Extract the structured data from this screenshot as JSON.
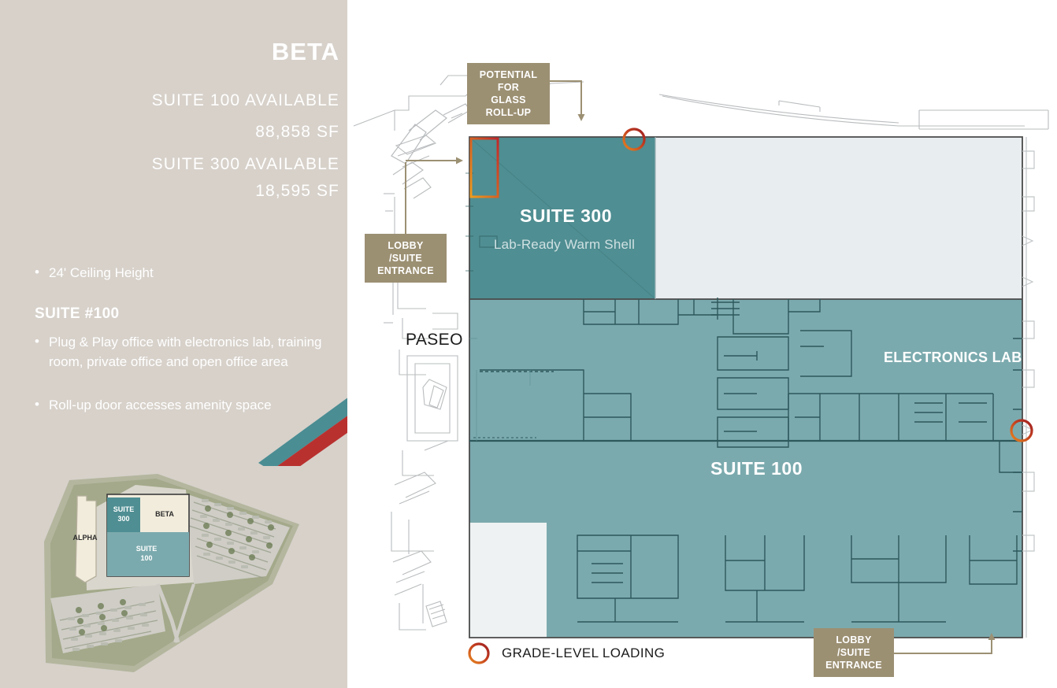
{
  "sidebar": {
    "building_title": "BETA",
    "availability": [
      {
        "label": "SUITE 100 AVAILABLE",
        "sf": "88,858 SF"
      },
      {
        "label": "SUITE 300 AVAILABLE",
        "sf": "18,595 SF"
      }
    ],
    "general_bullets": [
      "24' Ceiling Height"
    ],
    "suite_heading": "SUITE #100",
    "suite_bullets": [
      "Plug & Play office with electronics lab, training room, private office and open office area",
      "Roll-up door accesses amenity space"
    ],
    "bullet_char": "•"
  },
  "siteplan": {
    "blocks": [
      {
        "name": "ALPHA"
      },
      {
        "name": "SUITE",
        "number": "300"
      },
      {
        "name": "BETA"
      },
      {
        "name": "SUITE",
        "number": "100"
      }
    ]
  },
  "plan": {
    "callouts": [
      {
        "id": "glass-roll-up",
        "line1": "POTENTIAL FOR",
        "line2": "GLASS ROLL-UP"
      },
      {
        "id": "lobby-left",
        "line1": "LOBBY /SUITE",
        "line2": "ENTRANCE"
      },
      {
        "id": "lobby-bottom",
        "line1": "LOBBY /SUITE",
        "line2": "ENTRANCE"
      }
    ],
    "labels": {
      "suite300": "SUITE 300",
      "suite300_sub": "Lab-Ready Warm Shell",
      "suite100": "SUITE 100",
      "electronics_lab": "ELECTRONICS LAB",
      "paseo": "PASEO"
    },
    "legend": {
      "grade_level_loading": "GRADE-LEVEL LOADING"
    }
  },
  "colors": {
    "sidebar_bg": "#d7d1ca",
    "suite300_fill": "#4f8e92",
    "suite100_fill": "#7baaae",
    "vacant_fill": "#e8edef",
    "callout_bg": "#9c9073",
    "ribbon_teal": "#4a8d93",
    "ribbon_red": "#b8312f",
    "loading_ring_orange": "#e8861f",
    "loading_ring_red": "#9e1f22",
    "white": "#ffffff"
  }
}
